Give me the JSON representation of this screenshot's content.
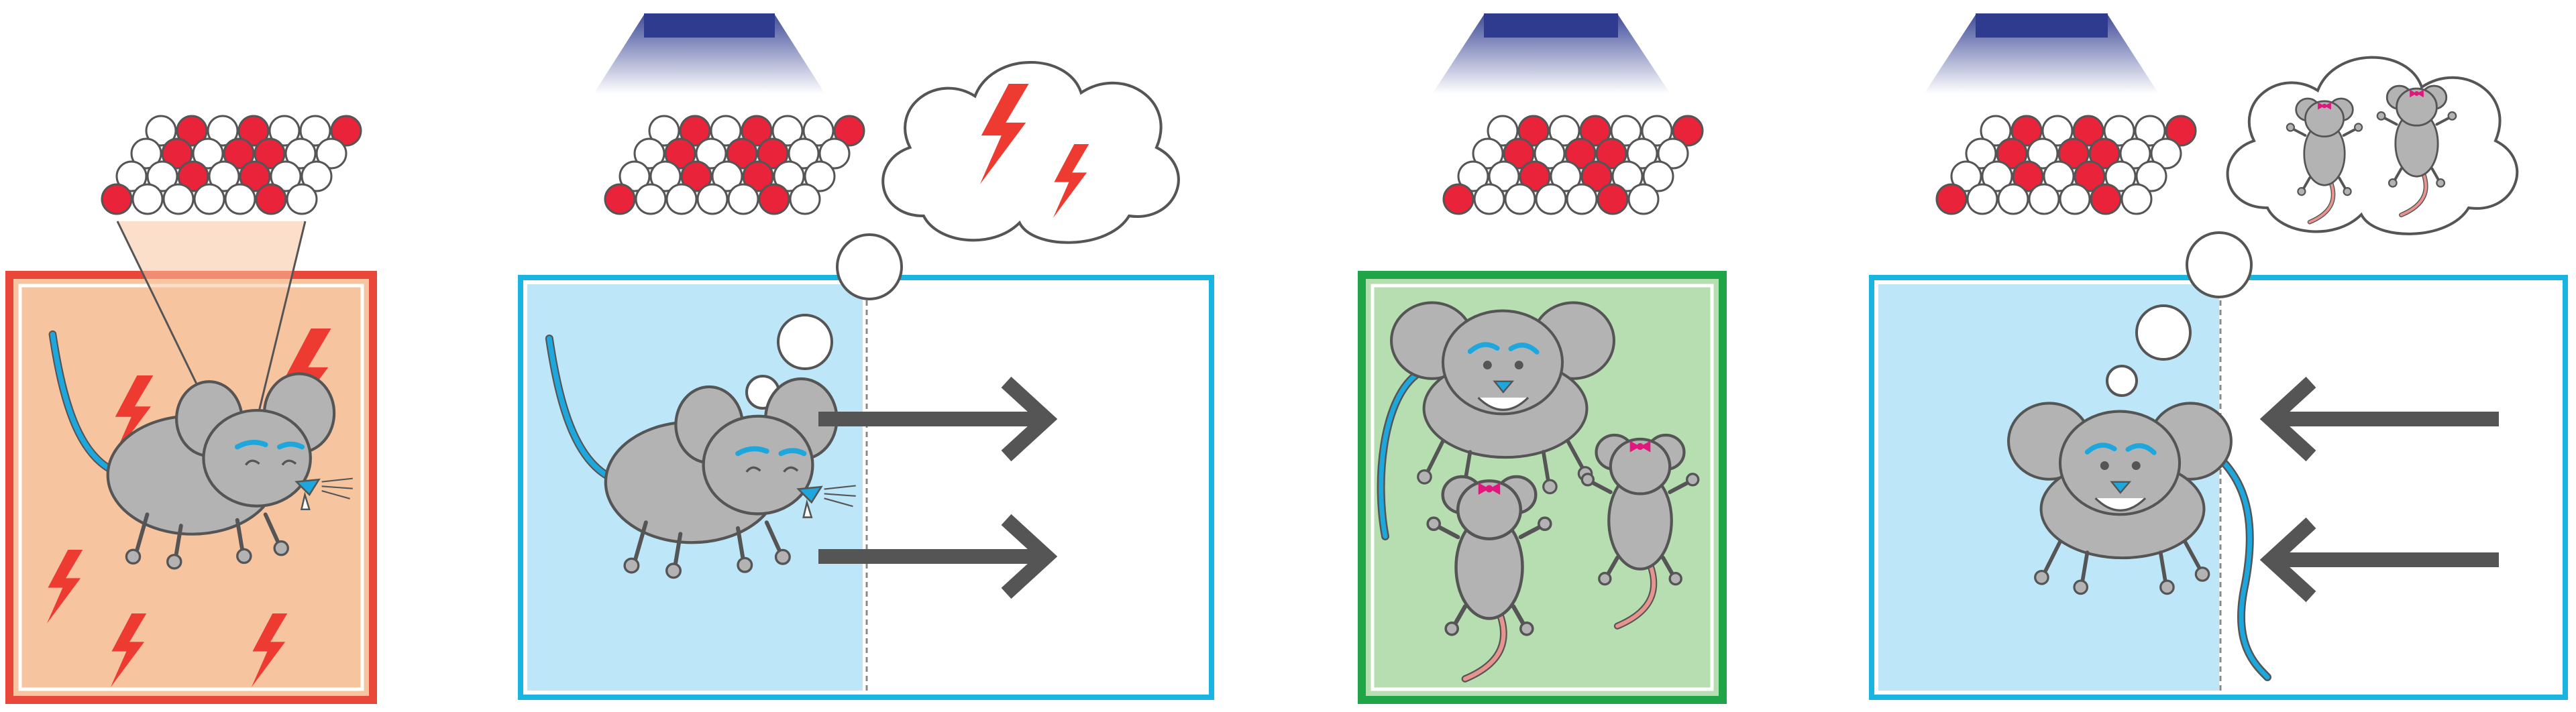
{
  "figure": {
    "panels": [
      {
        "id": "panel-1",
        "scene": "fear-conditioning",
        "frame_color": "#e8473a",
        "fill_color": "#f7c4a0",
        "light": false,
        "thought": "none"
      },
      {
        "id": "panel-2",
        "scene": "fear-recall-avoidance",
        "frame_color": "#19b5e0",
        "fill_color": "#bde6f8",
        "light": true,
        "thought": "shock"
      },
      {
        "id": "panel-3",
        "scene": "social-interaction",
        "frame_color": "#1fa447",
        "fill_color": "#b7deb1",
        "light": true,
        "thought": "none"
      },
      {
        "id": "panel-4",
        "scene": "social-recall-approach",
        "frame_color": "#19b5e0",
        "fill_color": "#bde6f8",
        "light": true,
        "thought": "mice"
      }
    ],
    "colors": {
      "shock": "#ee3b31",
      "engram_cell_active": "#e8233a",
      "engram_cell_inactive": "#ffffff",
      "mouse_body": "#b3b3b3",
      "mouse_outline": "#555555",
      "mouse_accent_blue": "#1ea7dd",
      "female_bow": "#e0177d",
      "female_tail": "#e7948f",
      "arrow": "#555555",
      "light_cone": "#2e3b8f"
    },
    "icons": [
      "lightning-bolt-icon",
      "mouse-icon",
      "female-mouse-icon",
      "thought-bubble-icon",
      "light-cone-icon",
      "engram-grid-icon",
      "arrow-right-icon",
      "arrow-left-icon"
    ]
  }
}
